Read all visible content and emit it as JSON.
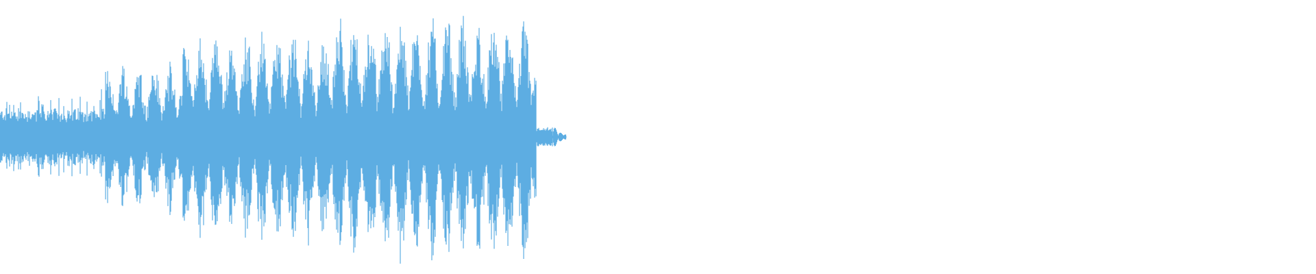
{
  "waveform": {
    "color": "#5dade2",
    "background": "#ffffff",
    "audio_fraction_of_width": 0.42,
    "peak_amplitude": 0.95,
    "sections": [
      {
        "from": 0.0,
        "to": 0.19,
        "amp": 0.3,
        "pulse_rate": 0.0
      },
      {
        "from": 0.19,
        "to": 0.33,
        "amp": 0.55,
        "pulse_rate": 1.0
      },
      {
        "from": 0.33,
        "to": 0.6,
        "amp": 0.78,
        "pulse_rate": 1.0
      },
      {
        "from": 0.6,
        "to": 0.97,
        "amp": 0.9,
        "pulse_rate": 1.0
      },
      {
        "from": 0.97,
        "to": 1.0,
        "amp": 0.1,
        "pulse_rate": 0.0
      }
    ]
  }
}
